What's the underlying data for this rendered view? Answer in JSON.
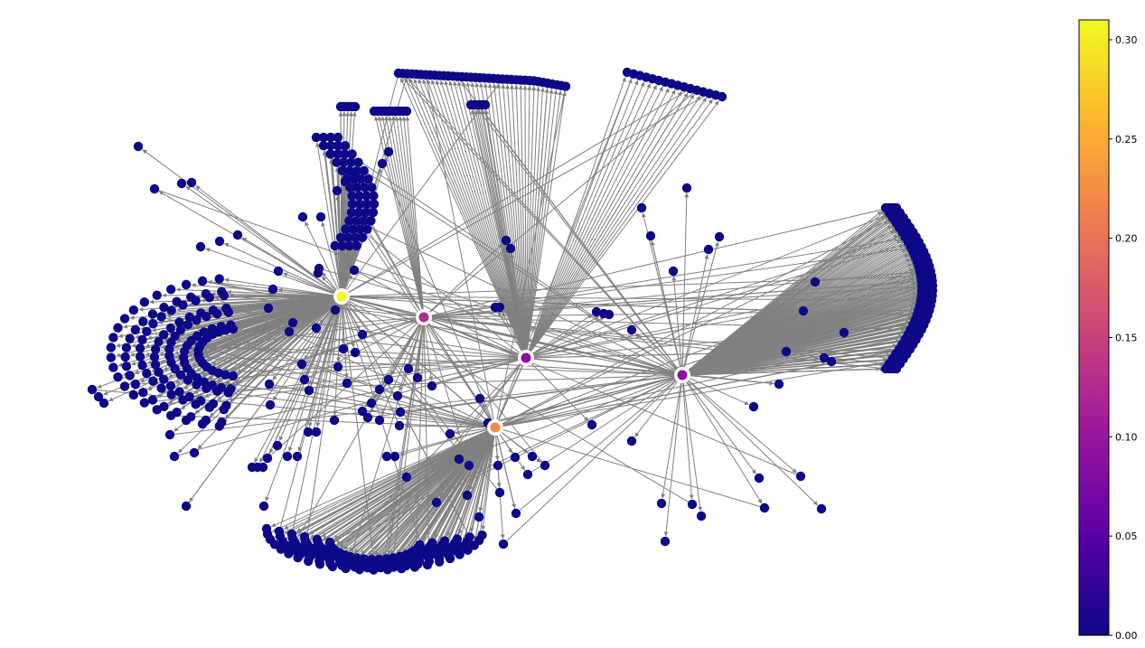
{
  "chart_data": {
    "type": "network",
    "title": "",
    "node_count_estimate": 900,
    "edge_color": "#808080",
    "node_base_color": "#0d0887",
    "hubs": [
      {
        "id": "hub-1",
        "centrality": 0.31,
        "color": "#f0f921"
      },
      {
        "id": "hub-2",
        "centrality": 0.23,
        "color": "#f48849"
      },
      {
        "id": "hub-3",
        "centrality": 0.13,
        "color": "#b12a90"
      },
      {
        "id": "hub-4",
        "centrality": 0.1,
        "color": "#8f0da4"
      },
      {
        "id": "hub-5",
        "centrality": 0.1,
        "color": "#8f0da4"
      }
    ],
    "colorbar": {
      "cmap": "plasma",
      "range": [
        0,
        0.31
      ],
      "ticks": [
        0.0,
        0.05,
        0.1,
        0.15,
        0.2,
        0.25,
        0.3
      ],
      "tick_labels": [
        "0.00",
        "0.05",
        "0.10",
        "0.15",
        "0.20",
        "0.25",
        "0.30"
      ],
      "colors": [
        "#0d0887",
        "#5c01a6",
        "#9c179e",
        "#cc4778",
        "#ed7953",
        "#fdb42f",
        "#f0f921"
      ]
    },
    "axes_visible": false
  }
}
